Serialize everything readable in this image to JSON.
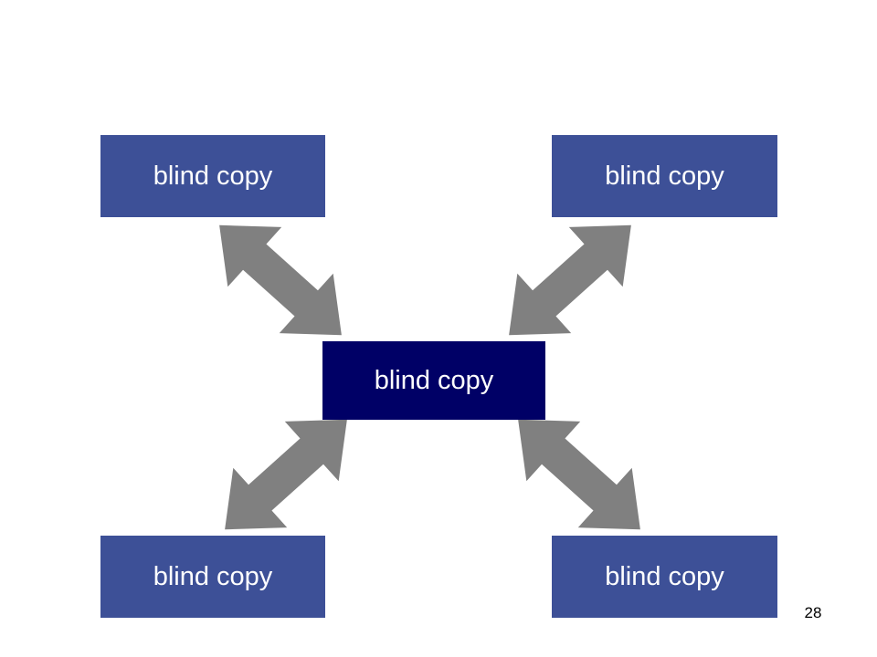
{
  "diagram": {
    "center": {
      "label": "blind copy"
    },
    "nodes": [
      {
        "label": "blind copy"
      },
      {
        "label": "blind copy"
      },
      {
        "label": "blind copy"
      },
      {
        "label": "blind copy"
      }
    ],
    "colors": {
      "outer_box": "#3d5097",
      "center_box": "#000066",
      "arrow": "#808080",
      "text": "#ffffff"
    }
  },
  "page_number": "28"
}
